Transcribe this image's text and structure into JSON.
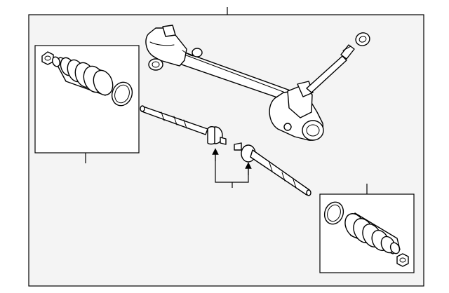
{
  "diagram": {
    "background_color": "#ffffff",
    "frame_fill": "#f4f4f4",
    "line_color": "#000000",
    "parts": [
      {
        "id": "steering-gear-assembly",
        "has_callout": true
      },
      {
        "id": "left-boot-kit",
        "has_callout": true
      },
      {
        "id": "inner-tie-rods",
        "has_callout": true
      },
      {
        "id": "right-boot-kit",
        "has_callout": true
      }
    ]
  }
}
